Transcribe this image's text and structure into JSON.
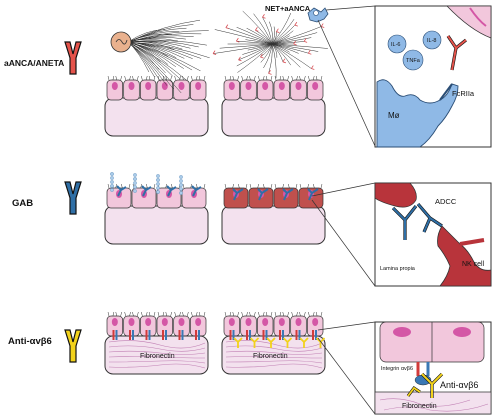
{
  "rows": [
    {
      "label": "aANCA/ANETA",
      "antibody_color": "#e5534b",
      "net_label": "NET+aANCA",
      "zoom": {
        "cytokines": [
          "IL-6",
          "IL-8",
          "TNFa"
        ],
        "macrophage": "Mø",
        "receptor": "FcRIIa"
      }
    },
    {
      "label": "GAB",
      "antibody_color": "#2f6fa6",
      "zoom": {
        "mechanism": "ADCC",
        "region": "Lamina propia",
        "effector": "NK cell"
      }
    },
    {
      "label": "Anti-αvβ6",
      "antibody_color": "#f2d21b",
      "substrate_left": "Fibronectin",
      "substrate_right": "Fibronectin",
      "zoom": {
        "integrin": "Integrin αvβ6",
        "antibody": "Anti-αvβ6",
        "substrate": "Fibronectin"
      }
    }
  ],
  "palette": {
    "lamina": "#f3e1ee",
    "cell": "#f2c7dc",
    "nucleus": "#d457a6",
    "macrophage": "#8fb9e6",
    "nk": "#b8343b",
    "cell_damaged": "#c0504d",
    "integrin_red": "#d23a3a",
    "integrin_blue": "#3a78b5",
    "fiber": "#c07fb3"
  }
}
